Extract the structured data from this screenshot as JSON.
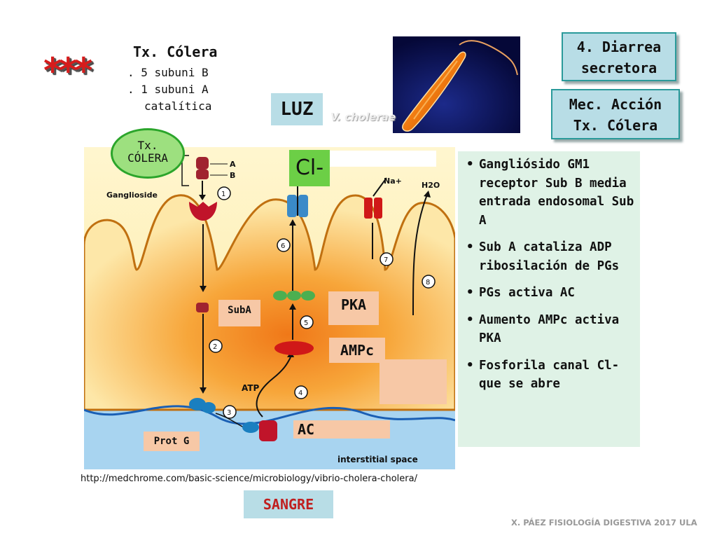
{
  "stars": "***",
  "toxin": {
    "title": "Tx. Cólera",
    "line1": ". 5 subuni B",
    "line2": ". 1 subuni A",
    "line3": "catalítica"
  },
  "box_diarrea": {
    "line1": "4. Diarrea",
    "line2": "secretora"
  },
  "box_mec": {
    "line1": "Mec. Acción",
    "line2": "Tx. Cólera"
  },
  "luz": "LUZ",
  "vcholerae": "V. cholerae",
  "cl": "Cl-",
  "tx_colera_circle": {
    "line1": "Tx.",
    "line2": "CÓLERA"
  },
  "diagram_labels": {
    "ganglioside": "Ganglioside",
    "a": "A",
    "b": "B",
    "na": "Na+",
    "h2o": "H2O",
    "atp": "ATP",
    "interstitial": "interstitial space",
    "steps": [
      "1",
      "2",
      "3",
      "4",
      "5",
      "6",
      "7",
      "8"
    ]
  },
  "suba": "SubA",
  "pka": "PKA",
  "ampc": "AMPc",
  "ac": "AC",
  "protg": "Prot G",
  "info": [
    "Gangliósido GM1 receptor Sub B media entrada endosomal Sub A",
    "Sub A cataliza ADP ribosilación de PGs",
    "PGs activa AC",
    "Aumento AMPc activa PKA",
    "Fosforila canal Cl- que se abre"
  ],
  "url": "http://medchrome.com/basic-science/microbiology/vibrio-cholera-cholera/",
  "sangre": "SANGRE",
  "footer": "X. PÁEZ   FISIOLOGÍA DIGESTIVA 2017 ULA",
  "colors": {
    "box_blue": "#b8dde6",
    "box_border": "#2a9a9a",
    "cl_green": "#6ccf46",
    "peach": "#f7c8a6",
    "info_bg": "#dff2e6",
    "stars_red": "#d61c1c",
    "sangre_red": "#c02020"
  }
}
